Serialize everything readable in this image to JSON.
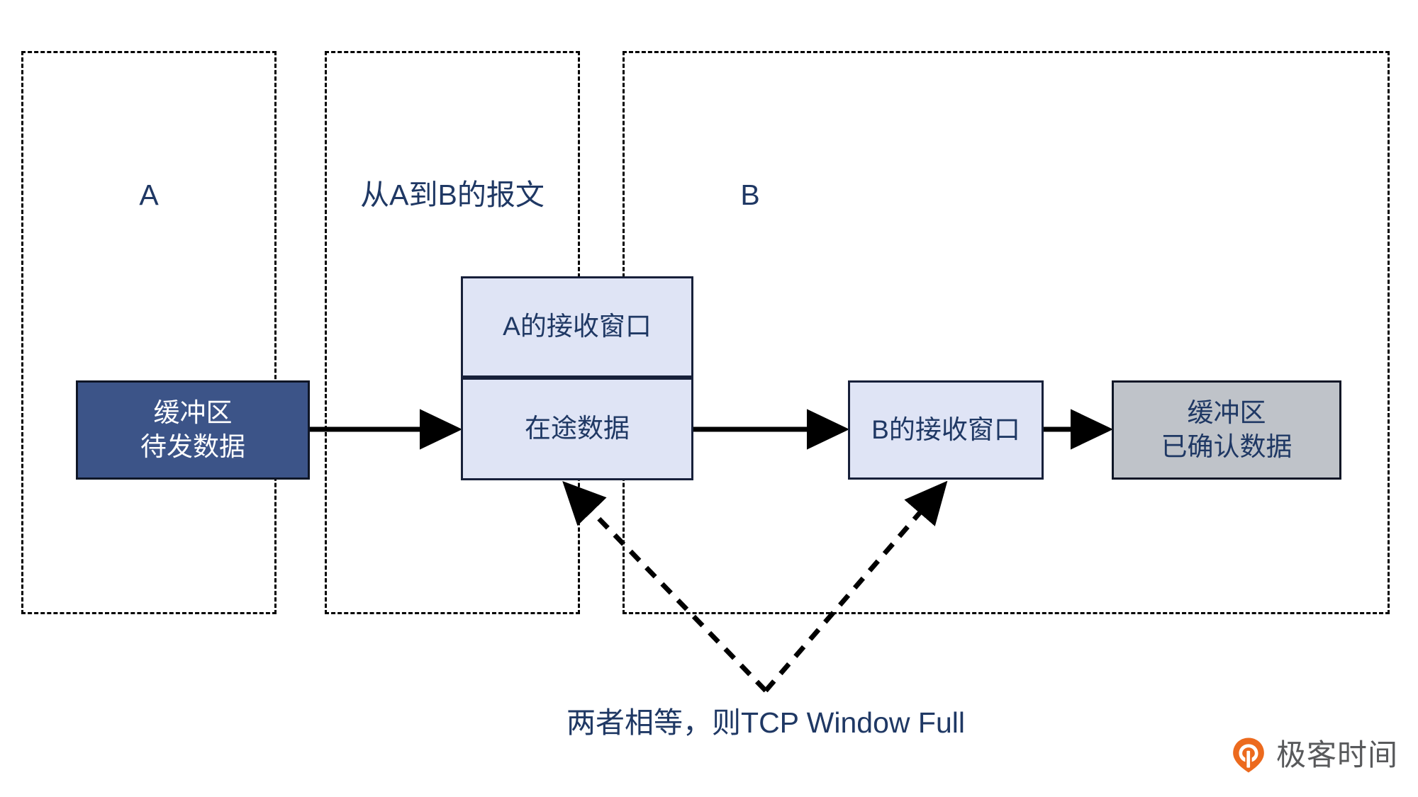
{
  "zones": [
    {
      "id": "a",
      "title": "A"
    },
    {
      "id": "msg",
      "title": "从A到B的报文"
    },
    {
      "id": "b",
      "title": "B"
    }
  ],
  "boxes": {
    "buffer_send": {
      "line1": "缓冲区",
      "line2": "待发数据",
      "fill": "#3c5488",
      "text_color": "#ffffff"
    },
    "a_window": {
      "label": "A的接收窗口",
      "fill": "#dfe4f5",
      "text_color": "#1f3864"
    },
    "inflight": {
      "label": "在途数据",
      "fill": "#dfe4f5",
      "text_color": "#1f3864"
    },
    "b_window": {
      "label": "B的接收窗口",
      "fill": "#dfe4f5",
      "text_color": "#1f3864"
    },
    "buffer_acked": {
      "line1": "缓冲区",
      "line2": "已确认数据",
      "fill": "#bfc3c9",
      "text_color": "#1f3864"
    }
  },
  "caption": "两者相等，则TCP Window Full",
  "brand": {
    "name": "极客时间",
    "mark_color": "#ec6a1e",
    "text_color": "#58595b"
  },
  "colors": {
    "accent_text": "#1f3864",
    "dark_fill": "#3c5488",
    "light_fill": "#dfe4f5",
    "gray_fill": "#bfc3c9",
    "stroke": "#000000"
  },
  "connectors": {
    "solid_arrows": 3,
    "dashed_callout_arrows": 2
  }
}
